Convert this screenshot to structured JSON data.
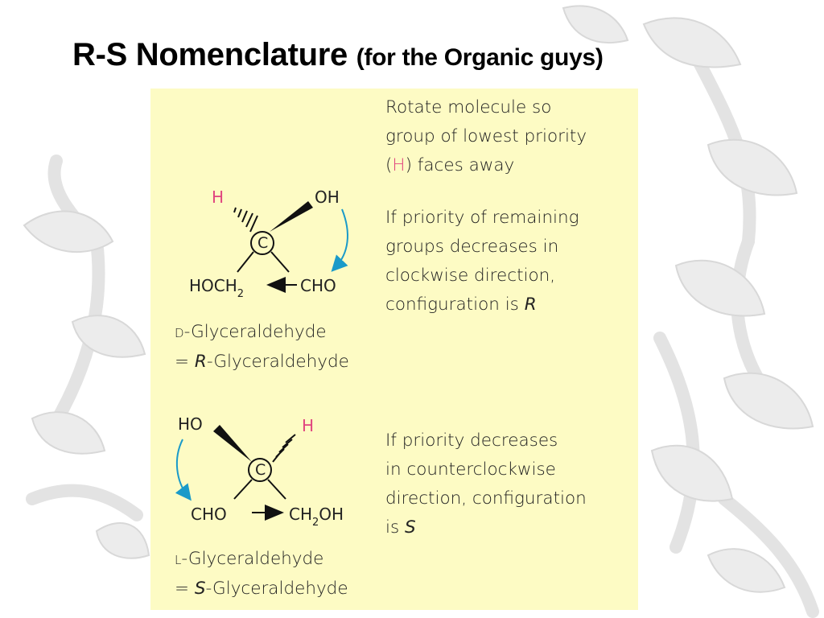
{
  "title": {
    "main": "R-S Nomenclature",
    "sub": "(for the Organic guys)"
  },
  "colors": {
    "panel": "#fdfbc4",
    "hydrogen": "#e0457f",
    "arrow": "#1a9ac9",
    "text": "#222222"
  },
  "instructions": {
    "rotate": [
      "Rotate molecule so",
      "group of lowest priority",
      "(",
      "H",
      ") faces away"
    ],
    "clockwise": [
      "If priority of remaining",
      "groups decreases in",
      "clockwise direction,",
      "configuration is ",
      "R"
    ],
    "counter": [
      "If priority decreases",
      "in counterclockwise",
      "direction, configuration",
      "is ",
      "S"
    ]
  },
  "molecule_d": {
    "h": "H",
    "oh": "OH",
    "center": "C",
    "left_group": "HOCH",
    "left_sub": "2",
    "right_group": "CHO",
    "name_prefix": "D",
    "name_line1": "-Glyceraldehyde",
    "eq": "= ",
    "name_italic": "R",
    "name_line2": "-Glyceraldehyde"
  },
  "molecule_l": {
    "ho": "HO",
    "h": "H",
    "center": "C",
    "left_group": "CHO",
    "right_group": "CH",
    "right_sub": "2",
    "right_tail": "OH",
    "name_prefix": "L",
    "name_line1": "-Glyceraldehyde",
    "eq": "= ",
    "name_italic": "S",
    "name_line2": "-Glyceraldehyde"
  }
}
